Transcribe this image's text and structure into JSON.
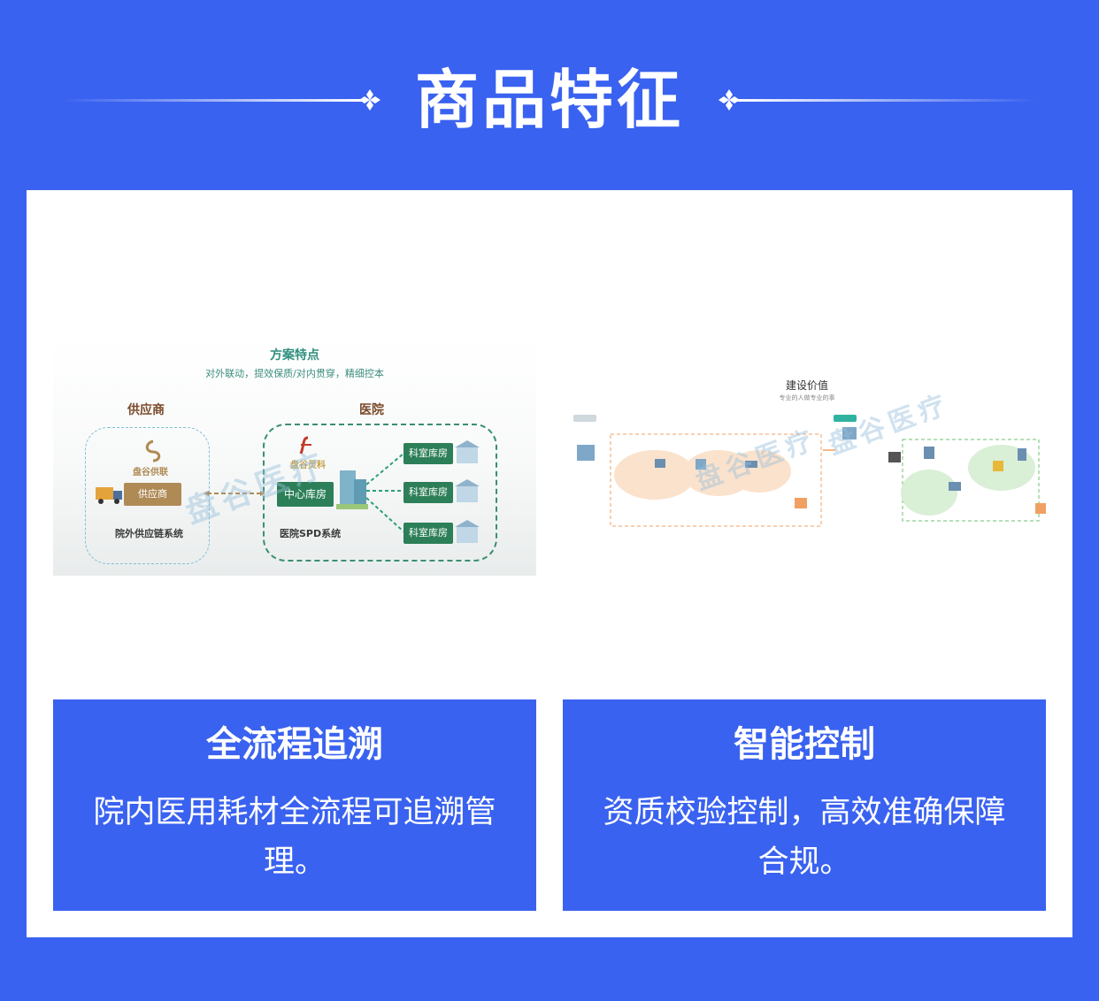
{
  "header": {
    "title": "商品特征"
  },
  "diagram_left": {
    "title": "方案特点",
    "subtitle": "对外联动，提效保质/对内贯穿，精细控本",
    "supplier_label": "供应商",
    "hospital_label": "医院",
    "supplier_logo": "盘谷供联",
    "supplier_chip": "供应商",
    "supplier_system": "院外供应链系统",
    "hospital_logo": "盘谷灵科",
    "center_warehouse": "中心库房",
    "dept_warehouse": [
      "科室库房",
      "科室库房",
      "科室库房"
    ],
    "hospital_system": "医院SPD系统",
    "watermark": "盘谷医疗"
  },
  "diagram_right": {
    "title": "建设价值",
    "subtitle": "专业的人做专业的事",
    "watermark": "盘谷医疗"
  },
  "cards": [
    {
      "title": "全流程追溯",
      "desc": "院内医用耗材全流程可追溯管理。"
    },
    {
      "title": "智能控制",
      "desc": "资质校验控制，高效准确保障合规。"
    }
  ],
  "colors": {
    "background": "#3a62f0",
    "panel": "#ffffff",
    "accent_green": "#2c7f58",
    "accent_gold": "#b08a55"
  }
}
